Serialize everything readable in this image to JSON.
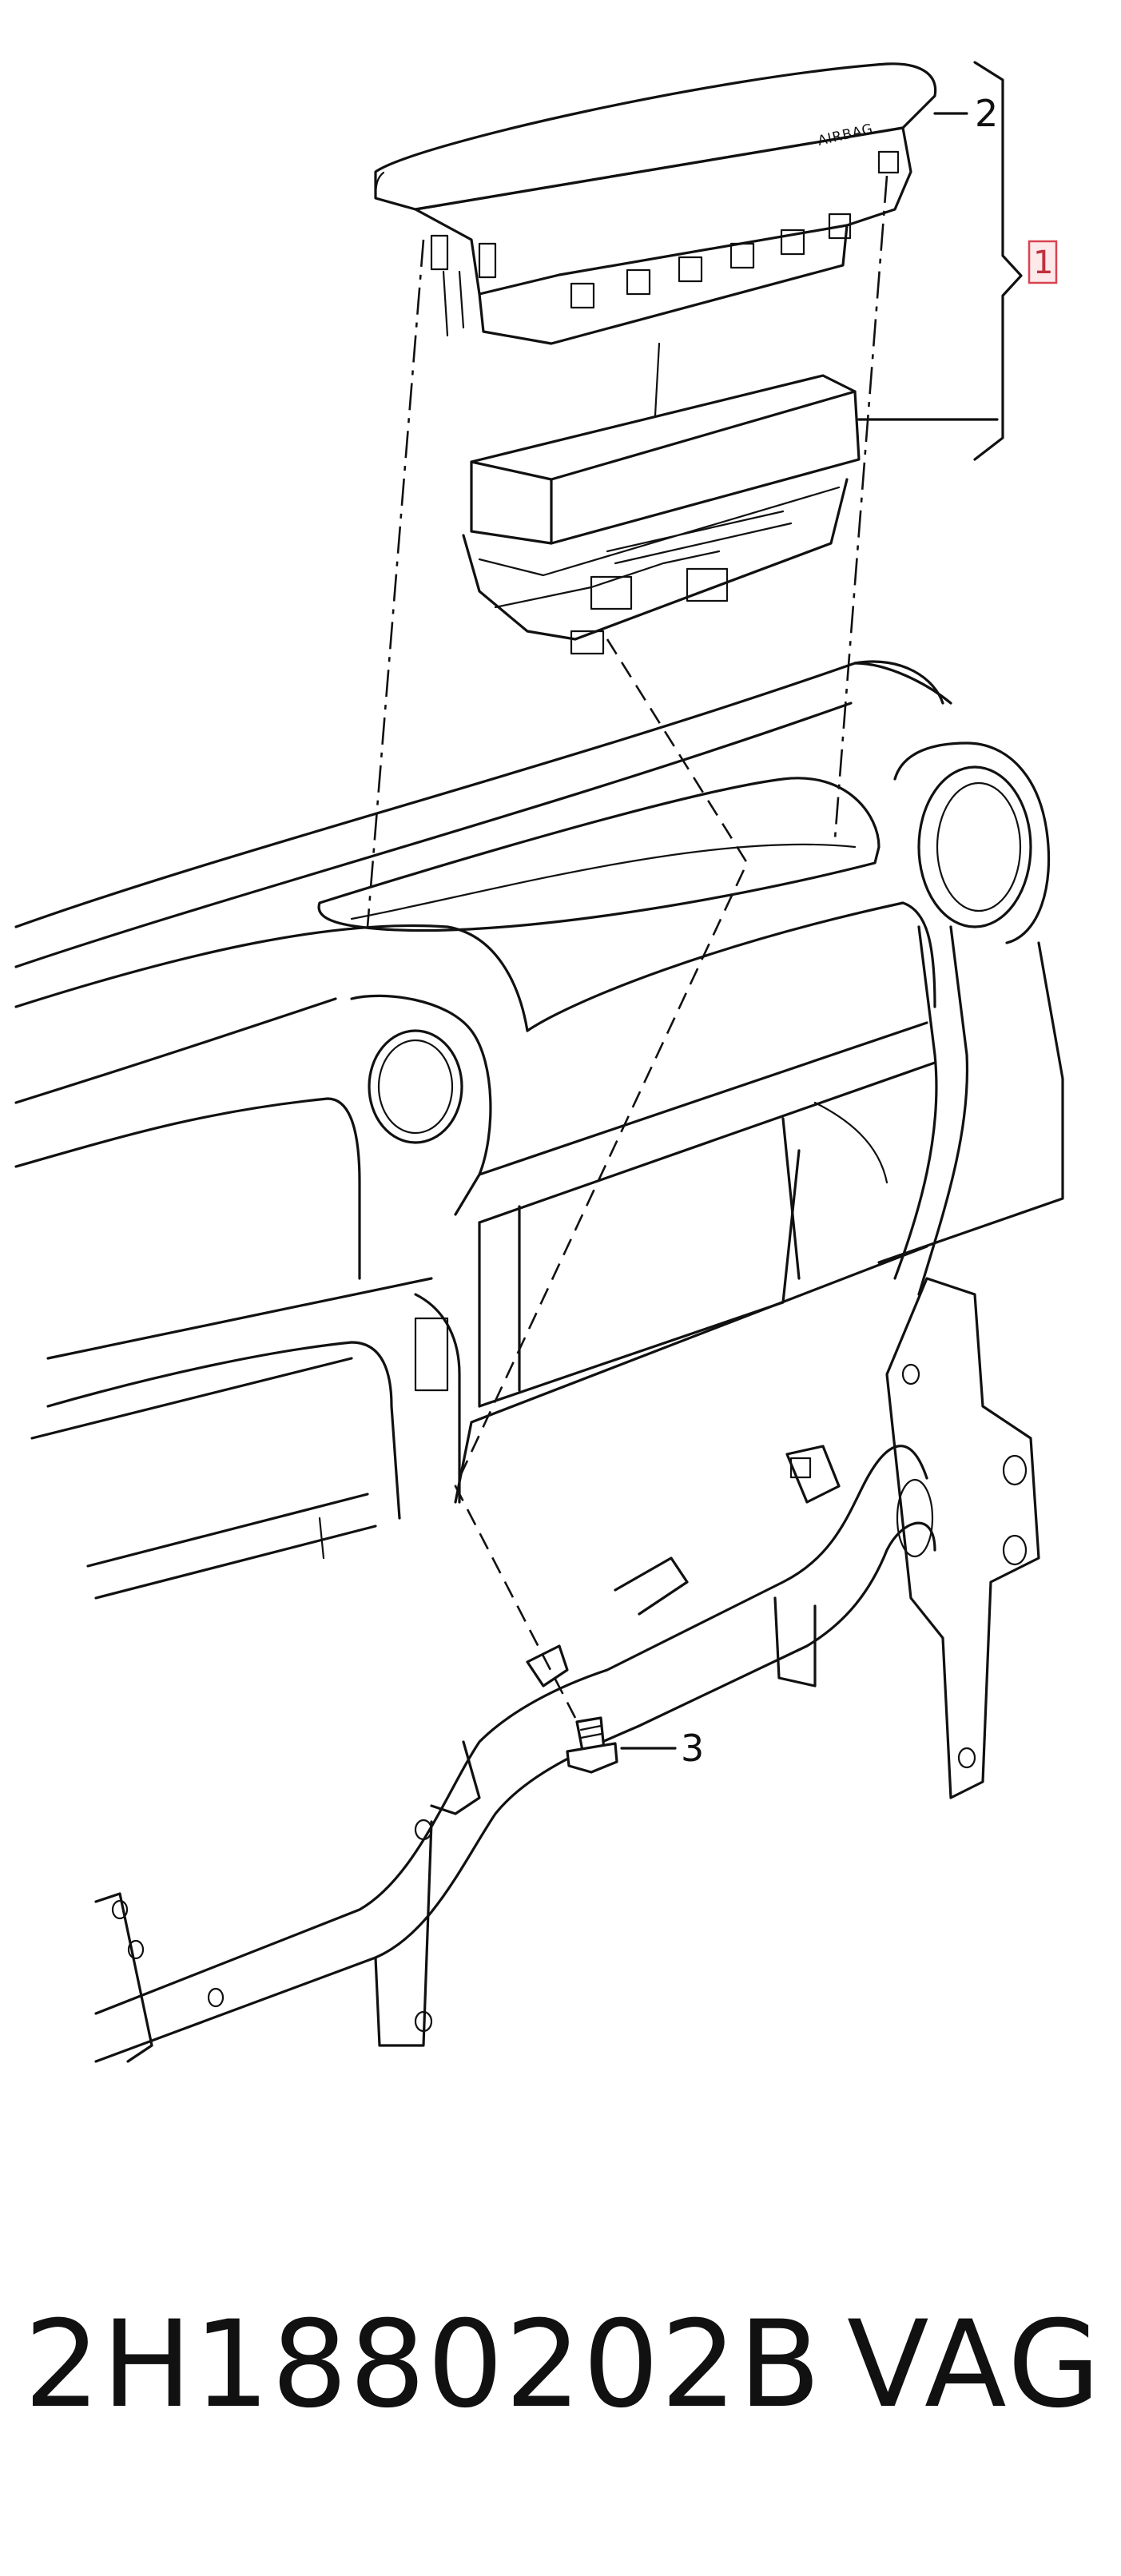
{
  "callouts": {
    "c1": "1",
    "c2": "2",
    "c3": "3"
  },
  "cover_label": "AIRBAG",
  "footer": {
    "part_number": "2H1880202B",
    "brand": "VAG"
  },
  "colors": {
    "line": "#111111",
    "highlight_border": "#d9434f",
    "highlight_fill": "#fde8ea"
  }
}
